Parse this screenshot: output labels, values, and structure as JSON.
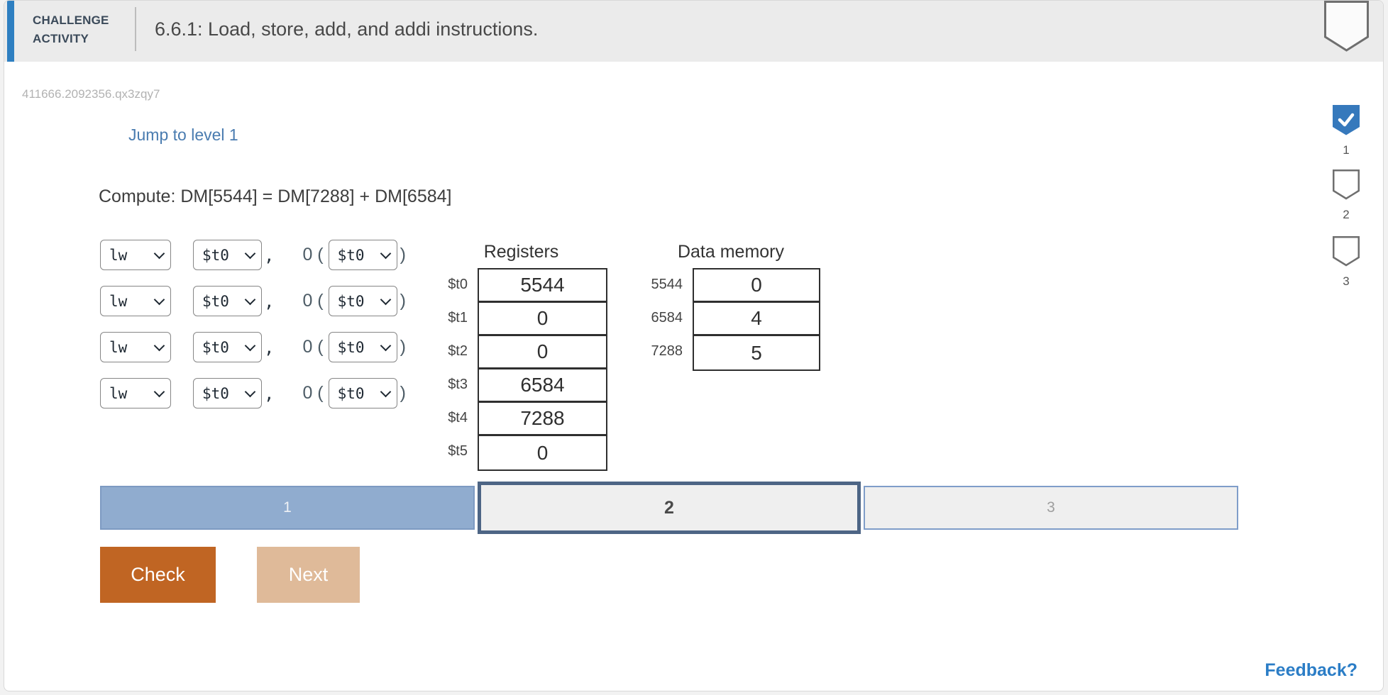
{
  "header": {
    "kicker": [
      "CHALLENGE",
      "ACTIVITY"
    ],
    "title": "6.6.1: Load, store, add, and addi instructions."
  },
  "activity_id": "411666.2092356.qx3zqy7",
  "jump_link_label": "Jump to level 1",
  "prompt": "Compute: DM[5544] = DM[7288] + DM[6584]",
  "instruction_rows": [
    {
      "opcode": "lw",
      "rt": "$t0",
      "sep": ",",
      "offset": "0 (",
      "base": "$t0",
      "close": ")"
    },
    {
      "opcode": "lw",
      "rt": "$t0",
      "sep": ",",
      "offset": "0 (",
      "base": "$t0",
      "close": ")"
    },
    {
      "opcode": "lw",
      "rt": "$t0",
      "sep": ",",
      "offset": "0 (",
      "base": "$t0",
      "close": ")"
    },
    {
      "opcode": "lw",
      "rt": "$t0",
      "sep": ",",
      "offset": "0 (",
      "base": "$t0",
      "close": ")"
    }
  ],
  "registers": {
    "title": "Registers",
    "rows": [
      {
        "label": "$t0",
        "value": "5544"
      },
      {
        "label": "$t1",
        "value": "0"
      },
      {
        "label": "$t2",
        "value": "0"
      },
      {
        "label": "$t3",
        "value": "6584"
      },
      {
        "label": "$t4",
        "value": "7288"
      },
      {
        "label": "$t5",
        "value": "0"
      }
    ]
  },
  "data_memory": {
    "title": "Data memory",
    "rows": [
      {
        "label": "5544",
        "value": "0"
      },
      {
        "label": "6584",
        "value": "4"
      },
      {
        "label": "7288",
        "value": "5"
      }
    ]
  },
  "progress_segments": [
    {
      "label": "1",
      "state": "complete"
    },
    {
      "label": "2",
      "state": "current"
    },
    {
      "label": "3",
      "state": "upcoming"
    }
  ],
  "level_markers": [
    {
      "label": "1",
      "complete": true
    },
    {
      "label": "2",
      "complete": false
    },
    {
      "label": "3",
      "complete": false
    }
  ],
  "actions": {
    "check_label": "Check",
    "next_label": "Next"
  },
  "feedback_label": "Feedback?",
  "colors": {
    "accent_blue": "#2e7fc1",
    "link_blue": "#4a7cb0",
    "marker_blue": "#3679bc",
    "progress_done_fill": "#90accf",
    "progress_current_border": "#4d6585",
    "progress_upcoming_border": "#7f9dc9",
    "check_button": "#c06523",
    "next_button": "#dfba99",
    "feedback_blue": "#2b7dc6",
    "header_bg": "#ebebeb"
  }
}
